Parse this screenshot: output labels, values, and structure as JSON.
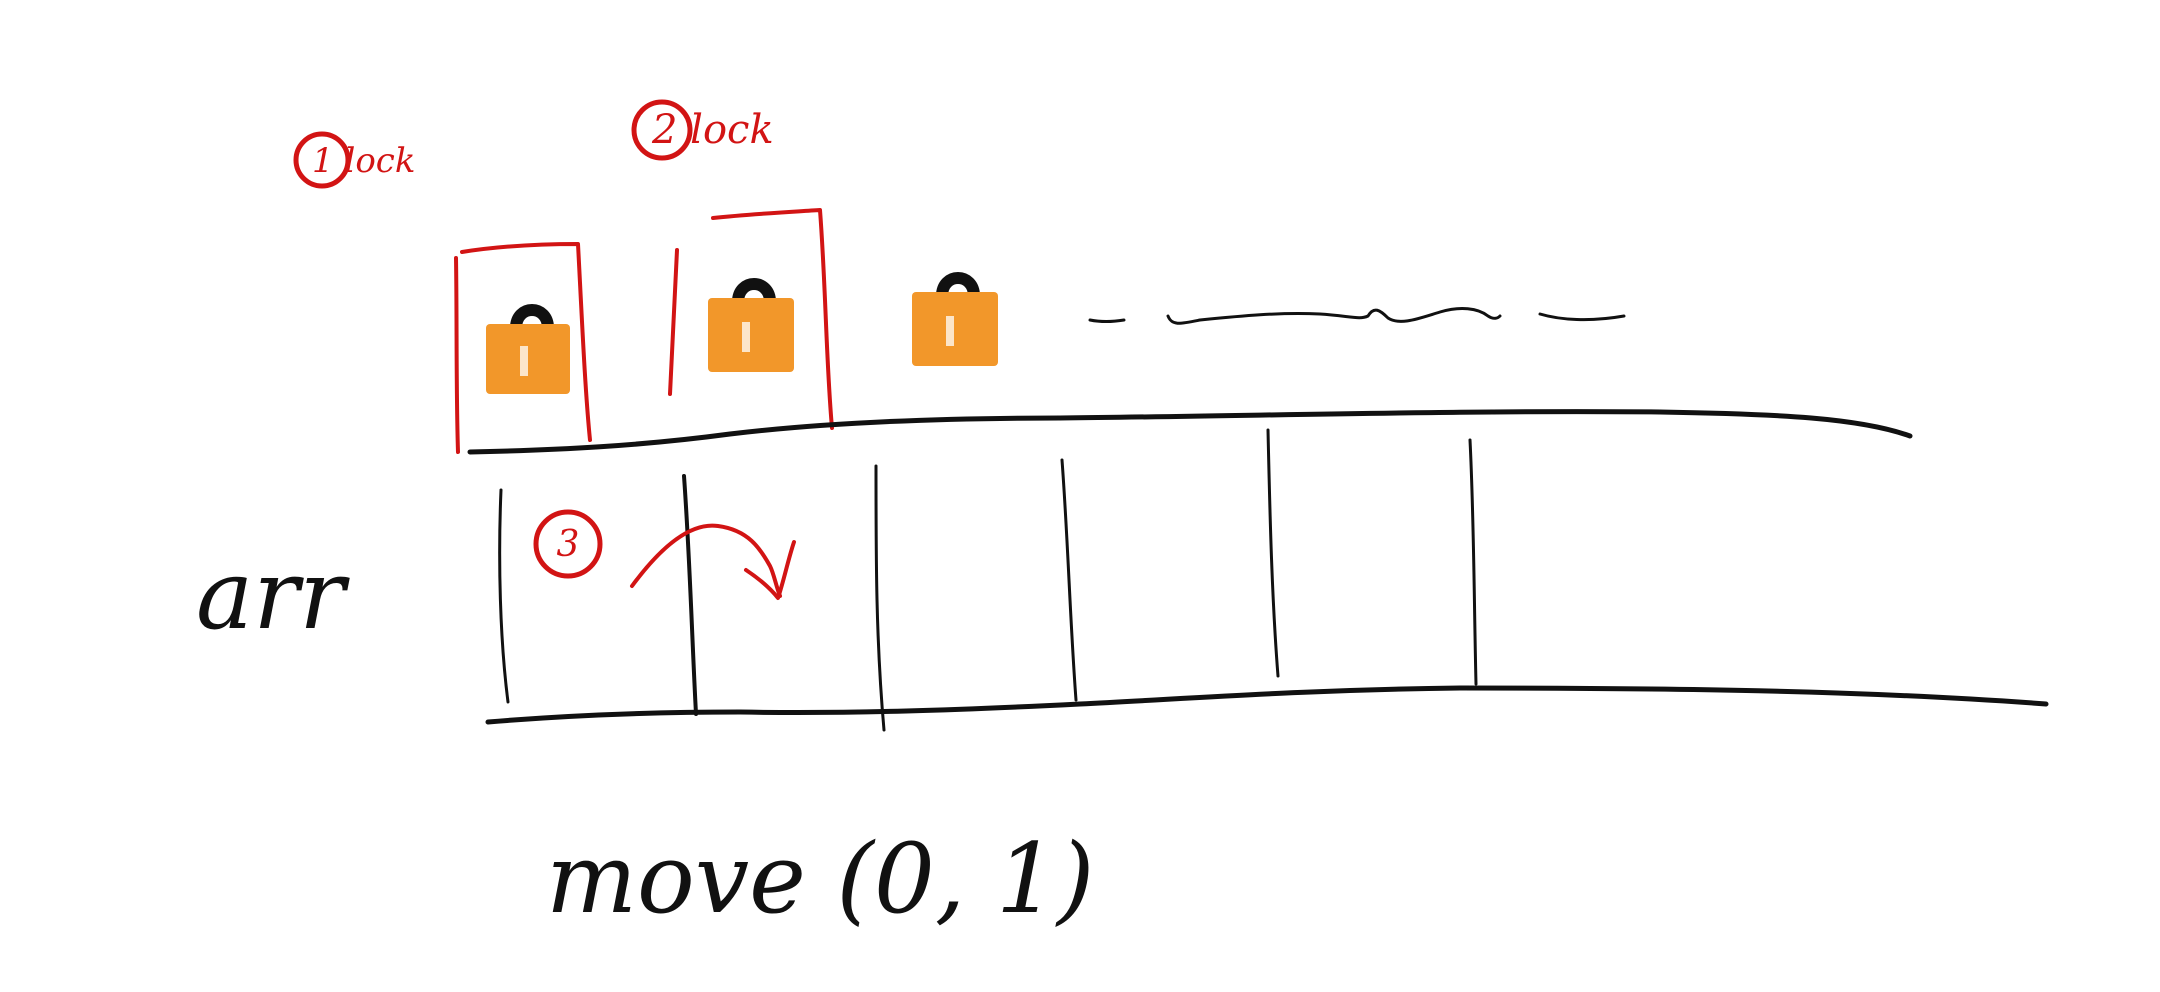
{
  "diagram": {
    "step1_label": "1 lock",
    "step2_label": "2 lock",
    "step3_number": "3",
    "array_label": "arr",
    "call_text": "move (0, 1)"
  },
  "colors": {
    "annotation": "#d21414",
    "ink": "#111111",
    "lock_body": "#f2972a"
  },
  "icons": {
    "lock": "padlock-icon"
  }
}
